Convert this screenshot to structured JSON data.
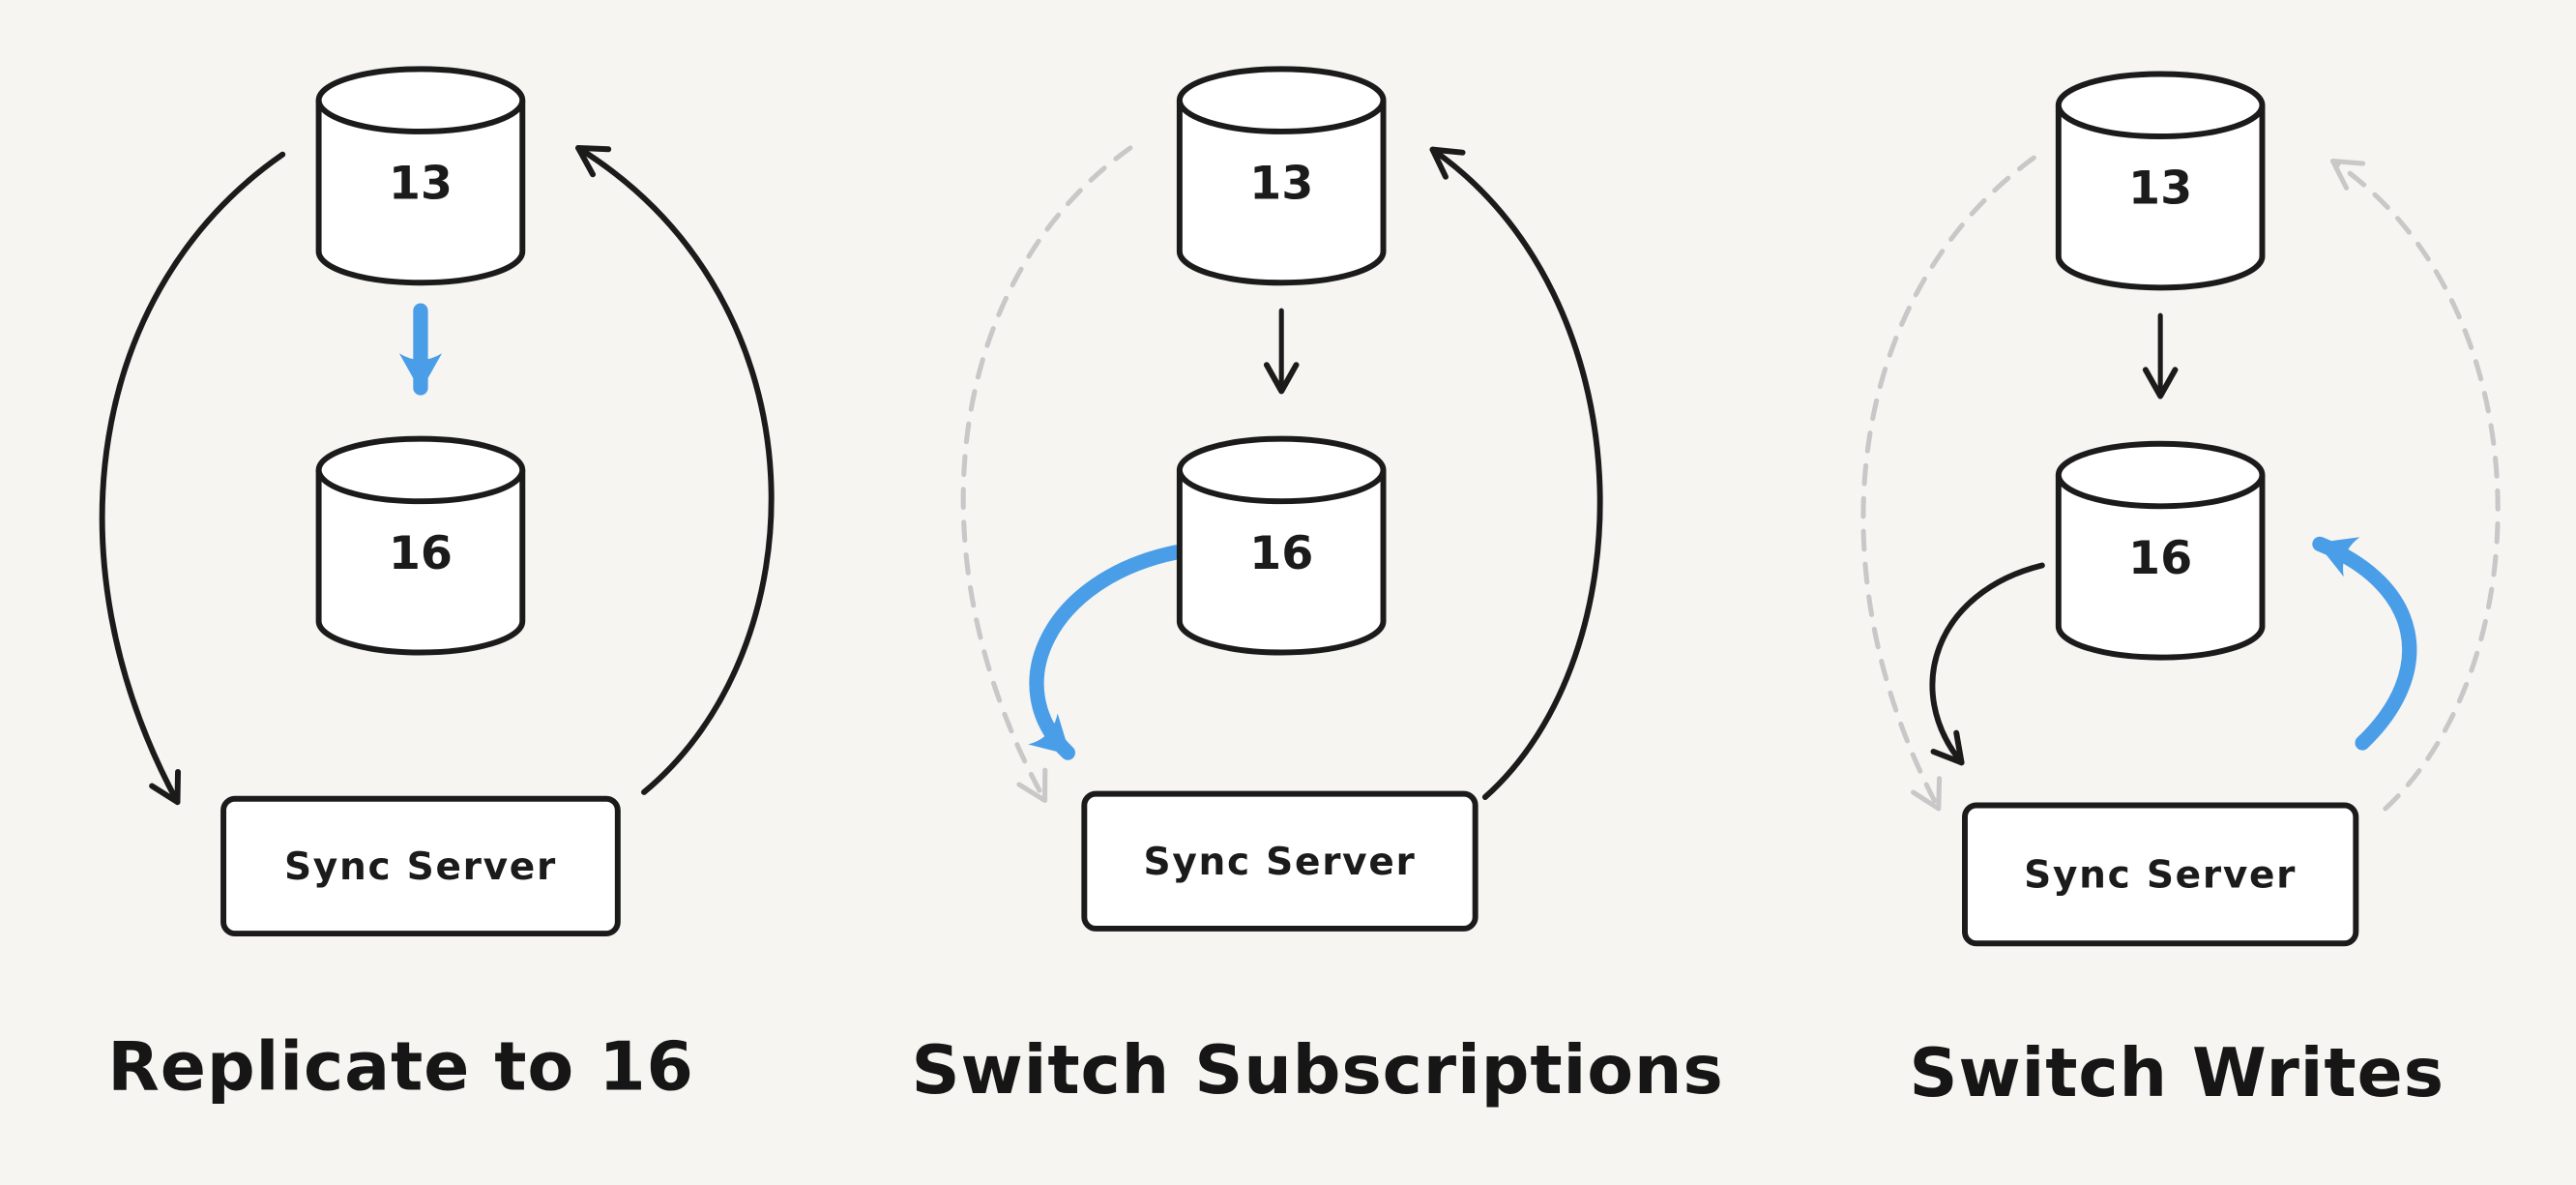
{
  "colors": {
    "bg": "#f6f5f1",
    "ink": "#1b1b1b",
    "accent": "#4a9ee8",
    "muted": "#c8c8c8",
    "surface": "#ffffff"
  },
  "panels": [
    {
      "title": "Replicate to 16",
      "db_top": "13",
      "db_bottom": "16",
      "server": "Sync Server"
    },
    {
      "title": "Switch Subscriptions",
      "db_top": "13",
      "db_bottom": "16",
      "server": "Sync Server"
    },
    {
      "title": "Switch Writes",
      "db_top": "13",
      "db_bottom": "16",
      "server": "Sync Server"
    }
  ]
}
